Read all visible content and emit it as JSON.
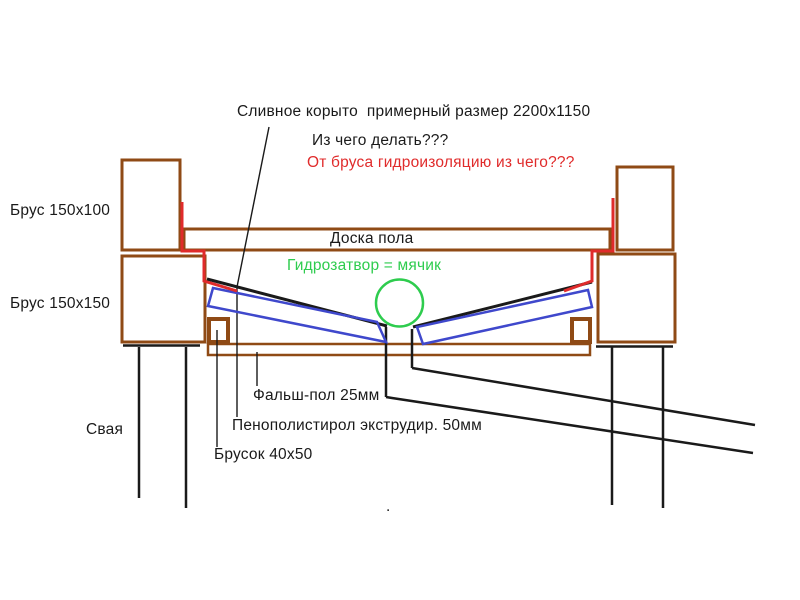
{
  "colors": {
    "timber_brown": "#8f4a15",
    "waterproofing_red": "#e02b2b",
    "seal_green": "#2ecc4e",
    "insulation_blue": "#3f48cc",
    "line_black": "#1a1a1a"
  },
  "labels": {
    "beam_top": "Брус 150x100",
    "beam_bottom": "Брус 150x150",
    "pile": "Свая",
    "trough_note": "Сливное корыто  примерный размер 2200x1150",
    "material_question": "Из чего делать???",
    "waterproofing_question": "От бруса гидроизоляцию из чего???",
    "floor_board": "Доска пола",
    "water_seal": "Гидрозатвор = мячик",
    "false_floor": "Фальш-пол 25мм",
    "polystyrene": "Пенополистирол экструдир. 50мм",
    "bar": "Брусок 40x50",
    "dot": "."
  }
}
